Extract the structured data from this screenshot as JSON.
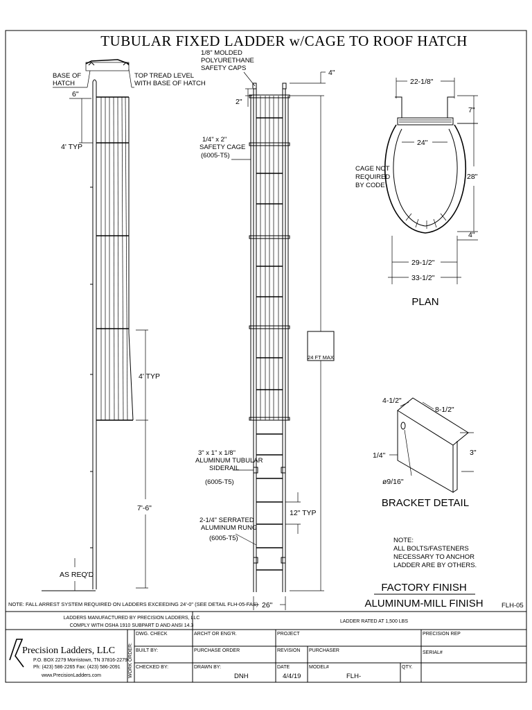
{
  "title": "TUBULAR FIXED LADDER w/CAGE TO ROOF HATCH",
  "side_view": {
    "base_of_hatch": [
      "BASE OF",
      "HATCH"
    ],
    "top_tread": [
      "TOP TREAD LEVEL",
      "WITH BASE OF HATCH"
    ],
    "dim_6": "6\"",
    "dim_4typ_top": "4' TYP",
    "dim_4typ_mid": "4' TYP",
    "dim_7_6": "7'-6\"",
    "as_reqd": "AS REQ'D"
  },
  "front_view": {
    "caps": [
      "1/8\" MOLDED",
      "POLYURETHANE",
      "SAFETY CAPS"
    ],
    "dim_4": "4\"",
    "dim_2": "2\"",
    "cage": [
      "1/4\" x 2\"",
      "SAFETY CAGE",
      "(6005-T5)"
    ],
    "max": "24 FT MAX",
    "siderail": [
      "3\" x 1\" x 1/8\"",
      "ALUMINUM TUBULAR",
      "SIDERAIL",
      "(6005-T5)"
    ],
    "rung": [
      "2-1/4\" SERRATED",
      "ALUMINUM RUNG",
      "(6005-T5)"
    ],
    "dim_12typ": "12\" TYP",
    "dim_26": "26\""
  },
  "plan": {
    "dim_22": "22-1/8\"",
    "dim_7": "7\"",
    "dim_24": "24\"",
    "dim_28": "28\"",
    "dim_4": "4\"",
    "dim_29": "29-1/2\"",
    "dim_33": "33-1/2\"",
    "cage_note": [
      "CAGE NOT",
      "REQUIRED",
      "BY CODE"
    ],
    "label": "PLAN"
  },
  "bracket": {
    "dim_4_5": "4-1/2\"",
    "dim_8_5": "8-1/2\"",
    "dim_1_4": "1/4\"",
    "dim_3": "3\"",
    "dim_hole": "ø9/16\"",
    "label": "BRACKET DETAIL"
  },
  "note": [
    "NOTE:",
    "ALL BOLTS/FASTENERS",
    "NECESSARY TO ANCHOR",
    "LADDER ARE BY OTHERS."
  ],
  "finish": [
    "FACTORY FINISH",
    "ALUMINUM-MILL FINISH"
  ],
  "fall_note": "NOTE: FALL ARREST SYSTEM REQUIRED ON LADDERS EXCEEDING 24'-0\" (SEE DETAIL FLH-05-FAS)",
  "drawing_no": "FLH-05",
  "title_block": {
    "manufactured": "LADDERS MANUFACTURED BY PRECISION LADDERS, LLC",
    "comply": "COMPLY WITH OSHA 1910 SUBPART D AND ANSI 14.3",
    "rated": "LADDER RATED AT 1,500 LBS",
    "company": "Precision Ladders, LLC",
    "address": "P.O. BOX 2279 Morristown, TN 37816-2279",
    "phone": "Ph: (423) 586-2265 Fax: (423) 586-2091",
    "website": "www.PrecisionLadders.com",
    "work_order": "WORK ORDER:",
    "dwg_check": "DWG. CHECK",
    "archt": "ARCHT OR ENG'R.",
    "project": "PROJECT",
    "precision_rep": "PRECISION REP",
    "built_by": "BUILT BY:",
    "purchase_order": "PURCHASE ORDER",
    "revision": "REVISION",
    "purchaser": "PURCHASER",
    "serial": "SERIAL#",
    "checked_by": "CHECKED BY:",
    "drawn_by": "DRAWN BY:",
    "drawn_by_val": "DNH",
    "date": "DATE",
    "date_val": "4/4/19",
    "model": "MODEL#",
    "model_val": "FLH-",
    "qty": "QTY."
  }
}
